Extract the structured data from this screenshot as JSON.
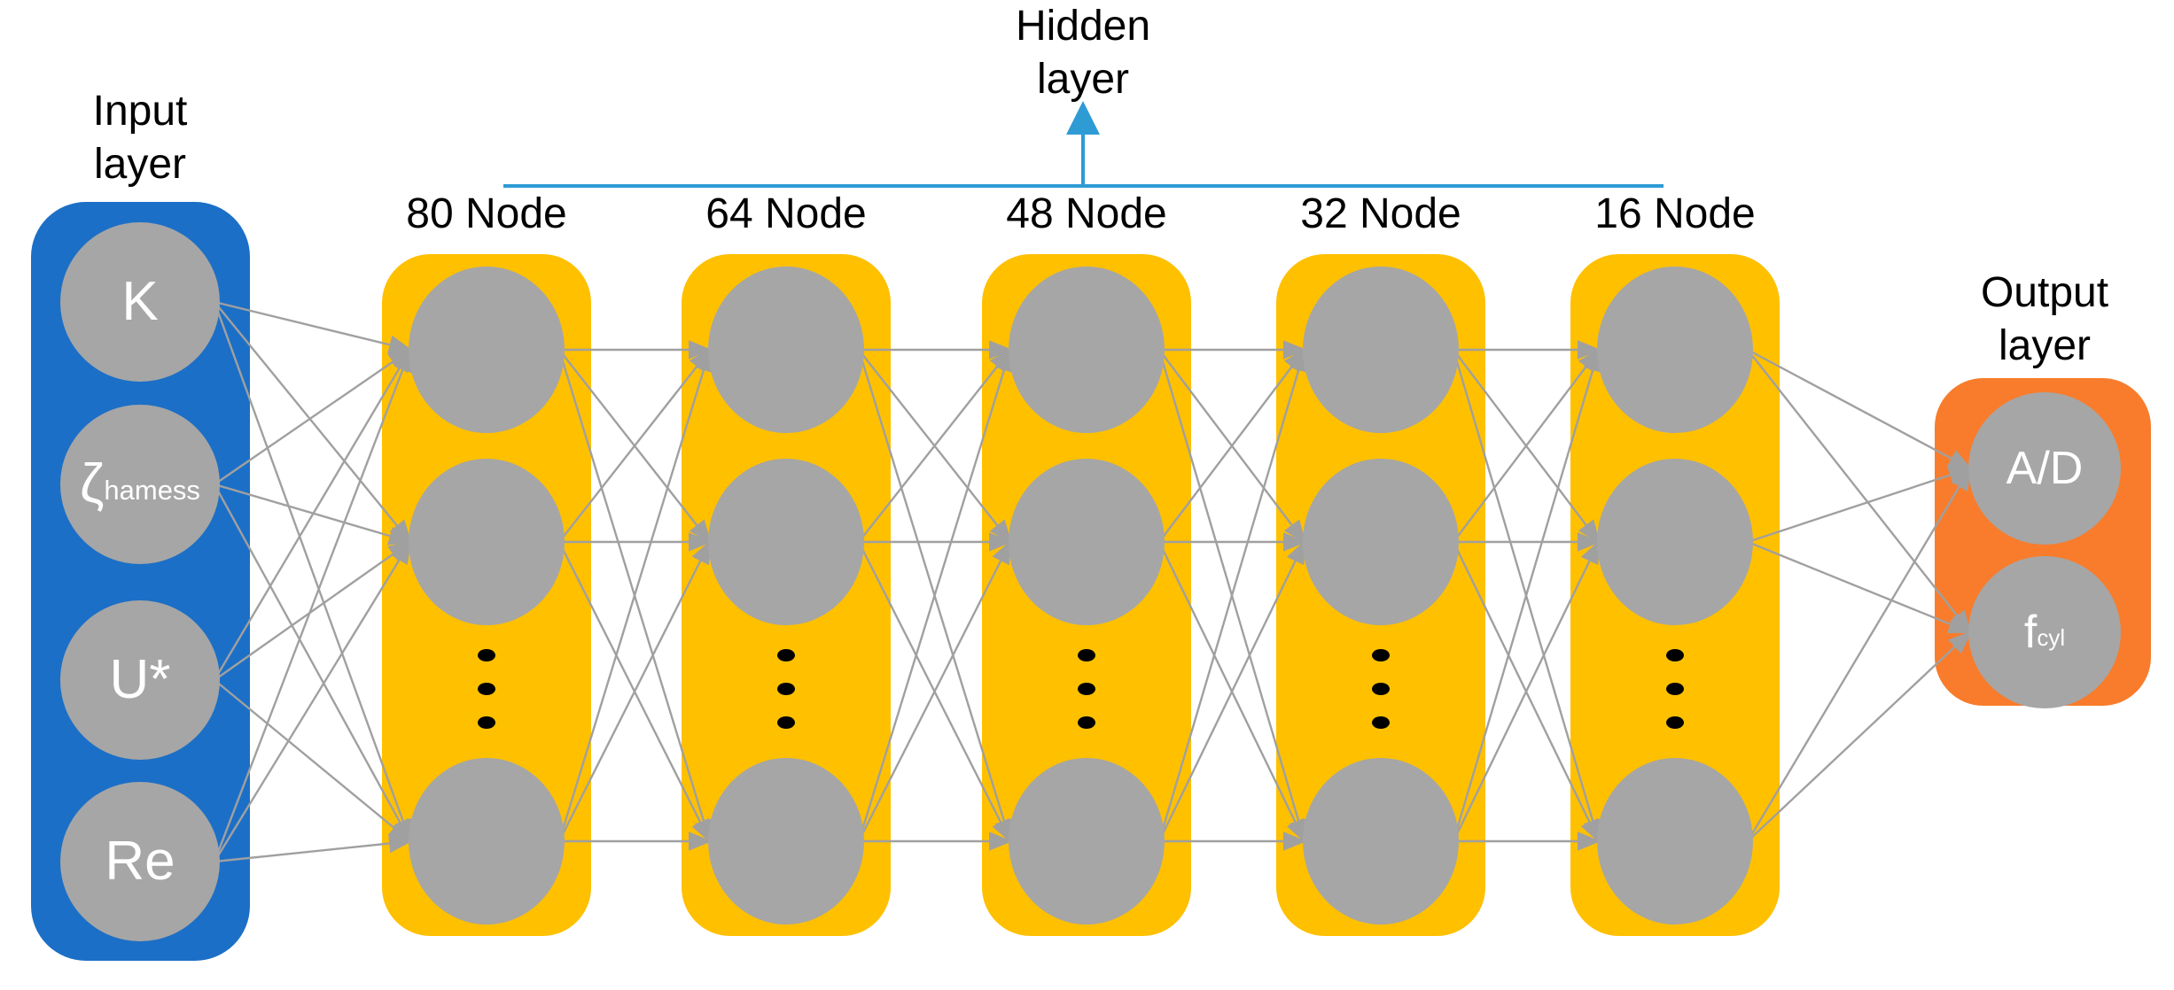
{
  "titles": {
    "input": "Input layer",
    "hidden": "Hidden layer",
    "output": "Output layer"
  },
  "input_layer": {
    "nodes": [
      {
        "label": "K",
        "sub": ""
      },
      {
        "label": "ζ",
        "sub": "hamess"
      },
      {
        "label": "U*",
        "sub": ""
      },
      {
        "label": "Re",
        "sub": ""
      }
    ]
  },
  "hidden_layers": [
    {
      "label": "80 Node"
    },
    {
      "label": "64 Node"
    },
    {
      "label": "48 Node"
    },
    {
      "label": "32 Node"
    },
    {
      "label": "16 Node"
    }
  ],
  "output_layer": {
    "nodes": [
      {
        "label": "A/D",
        "sub": ""
      },
      {
        "label": "f",
        "sub": "cyl"
      }
    ]
  },
  "colors": {
    "input_box": "#1C6FC6",
    "hidden_box": "#FFC000",
    "output_box": "#F87C2B",
    "node_fill": "#A6A6A6",
    "node_text": "#FFFFFF",
    "edge": "#A0A0A0",
    "bracket": "#2E9BD5",
    "title_text": "#000000",
    "dots": "#000000"
  }
}
